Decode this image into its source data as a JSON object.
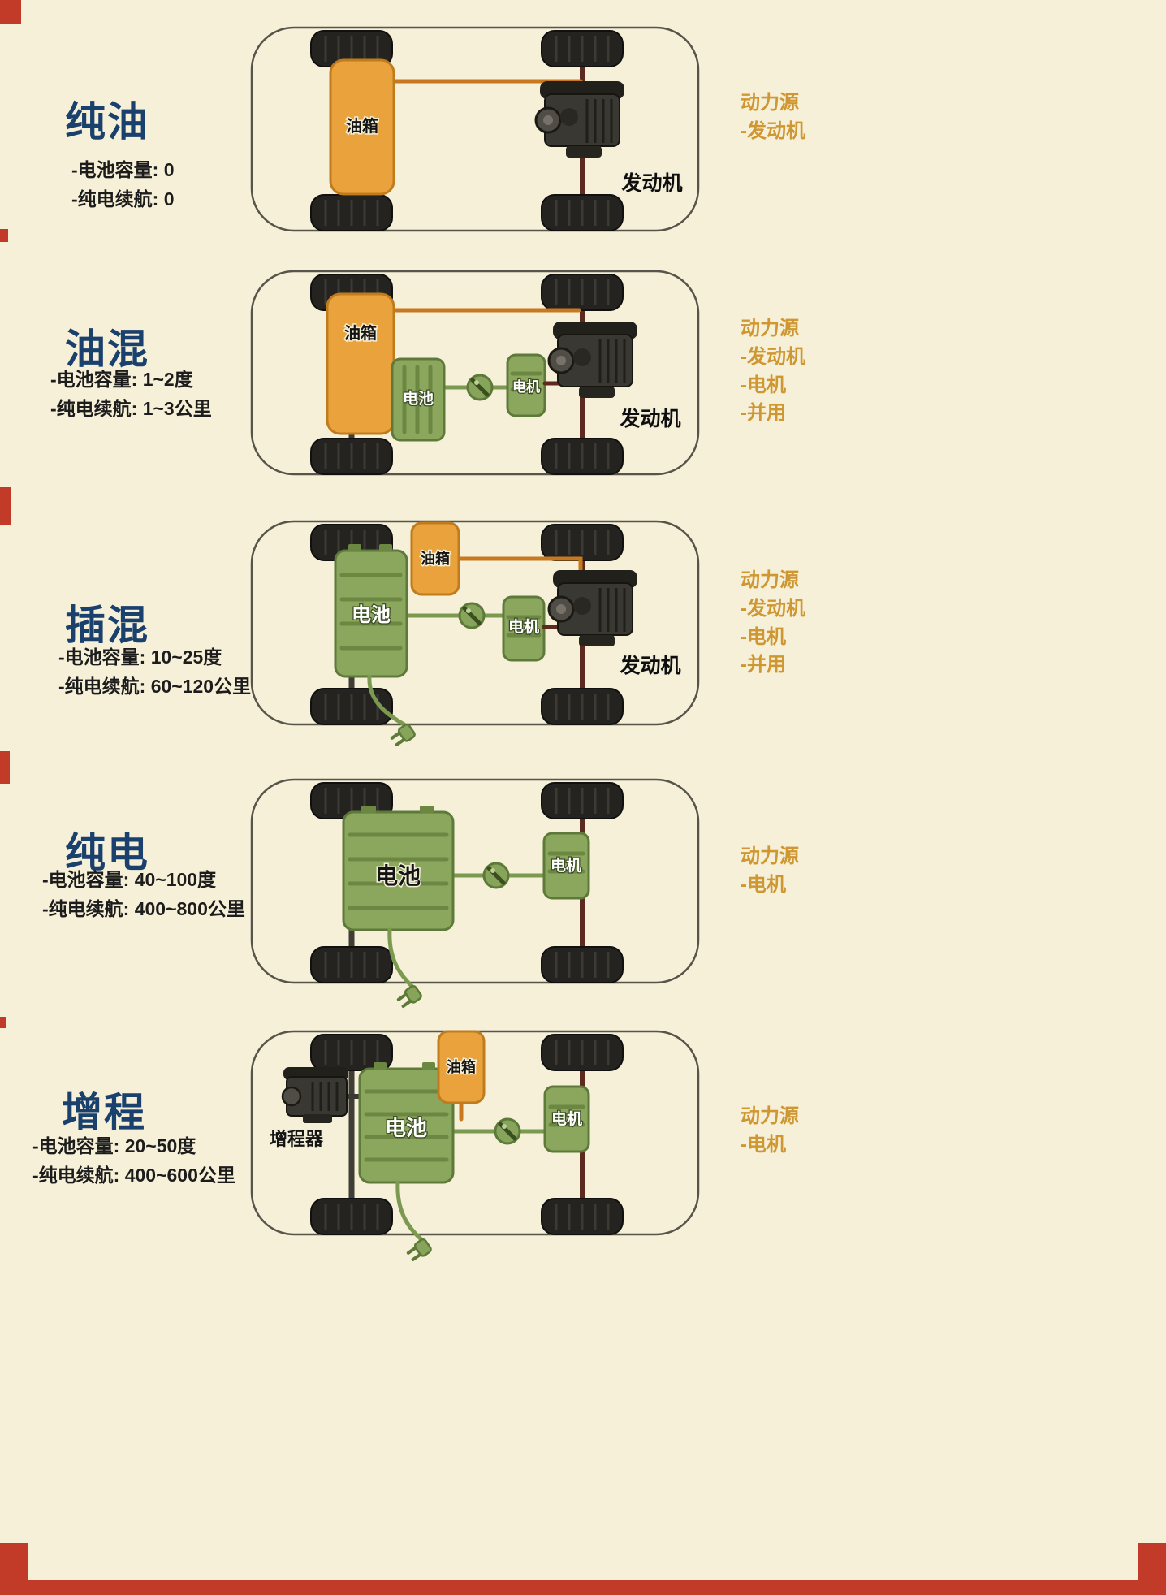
{
  "palette": {
    "page-bg": "#f6f0d8",
    "edge-red": "#c23a28",
    "title": "#1a406e",
    "spec": "#1c1c1c",
    "power": "#cf9732",
    "tank": "#eaa33c",
    "tank-border": "#c07b1d",
    "battery": "#8ba75d",
    "battery-dark": "#6b8742",
    "line-green": "#7c9a4f",
    "line-orange": "#c8791f",
    "line-maroon": "#5c2a1e"
  },
  "rows": [
    {
      "id": "pure-gas",
      "title": "纯油",
      "specs": [
        "-电池容量: 0",
        "-纯电续航: 0"
      ],
      "power_title": "动力源",
      "power": [
        "-发动机"
      ],
      "labels": {
        "tank": "油箱",
        "engine": "发动机"
      }
    },
    {
      "id": "hev",
      "title": "油混",
      "specs": [
        "-电池容量: 1~2度",
        "-纯电续航: 1~3公里"
      ],
      "power_title": "动力源",
      "power": [
        "-发动机",
        "-电机",
        "-并用"
      ],
      "labels": {
        "tank": "油箱",
        "battery": "电池",
        "motor": "电机",
        "engine": "发动机"
      }
    },
    {
      "id": "phev",
      "title": "插混",
      "specs": [
        "-电池容量: 10~25度",
        "-纯电续航: 60~120公里"
      ],
      "power_title": "动力源",
      "power": [
        "-发动机",
        "-电机",
        "-并用"
      ],
      "labels": {
        "tank": "油箱",
        "battery": "电池",
        "motor": "电机",
        "engine": "发动机"
      }
    },
    {
      "id": "bev",
      "title": "纯电",
      "specs": [
        "-电池容量: 40~100度",
        "-纯电续航: 400~800公里"
      ],
      "power_title": "动力源",
      "power": [
        "-电机"
      ],
      "labels": {
        "battery": "电池",
        "motor": "电机"
      }
    },
    {
      "id": "erev",
      "title": "增程",
      "specs": [
        "-电池容量: 20~50度",
        "-纯电续航: 400~600公里"
      ],
      "power_title": "动力源",
      "power": [
        "-电机"
      ],
      "labels": {
        "extender": "增程器",
        "battery": "电池",
        "tank": "油箱",
        "motor": "电机"
      }
    }
  ]
}
